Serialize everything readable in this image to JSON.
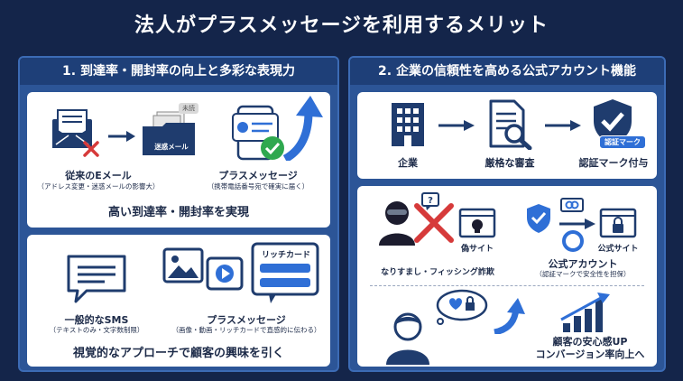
{
  "title": "法人がプラスメッセージを利用するメリット",
  "left_panel": {
    "header": "1. 到達率・開封率の向上と多彩な表現力",
    "top_card": {
      "email_label": "従来のEメール",
      "email_sub": "（アドレス変更・迷惑メールの影響大）",
      "spam_folder_label": "迷惑メール",
      "unread_tag": "未読",
      "plus_label": "プラスメッセージ",
      "plus_sub": "（携帯電話番号宛で確実に届く）",
      "summary": "高い到達率・開封率を実現"
    },
    "bottom_card": {
      "sms_label": "一般的なSMS",
      "sms_sub": "（テキストのみ・文字数制限）",
      "rich_card_label": "リッチカード",
      "plus_label": "プラスメッセージ",
      "plus_sub": "（画像・動画・リッチカードで直感的に伝わる）",
      "summary": "視覚的なアプローチで顧客の興味を引く"
    }
  },
  "right_panel": {
    "header": "2. 企業の信頼性を高める公式アカウント機能",
    "top_card": {
      "step1": "企業",
      "step2": "厳格な審査",
      "step3": "認証マーク付与",
      "badge_label": "認証マーク"
    },
    "bottom_card": {
      "fake_site_label": "偽サイト",
      "spoof_label": "なりすまし・フィッシング詐欺",
      "official_site_label": "公式サイト",
      "official_account_label": "公式アカウント",
      "official_account_sub": "（認証マークで安全性を担保）",
      "result_line1": "顧客の安心感UP",
      "result_line2": "コンバージョン率向上へ"
    }
  },
  "colors": {
    "background": "#14254a",
    "panel": "#2c5597",
    "panel_header": "#1e3f78",
    "icon_navy": "#1f3c6e",
    "accent_blue": "#2f6fd6",
    "check_green": "#2fa84f",
    "cross_red": "#d63a3a"
  }
}
